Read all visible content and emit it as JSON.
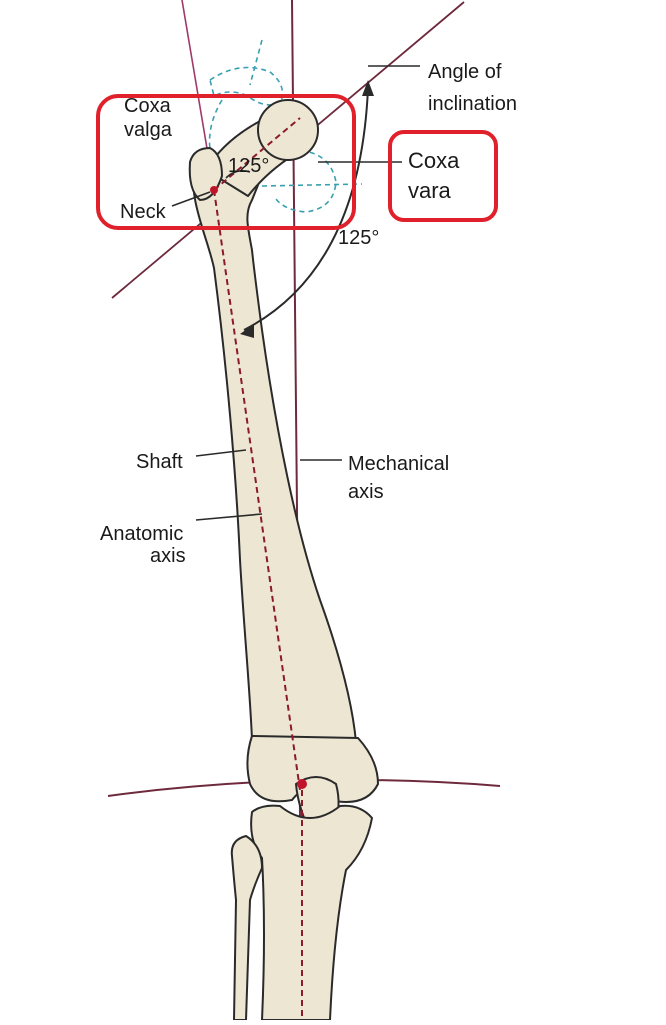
{
  "labels": {
    "coxa_valga_line1": "Coxa",
    "coxa_valga_line2": "valga",
    "angle_small": "125°",
    "neck": "Neck",
    "angle_of_inclination_line1": "Angle of",
    "angle_of_inclination_line2": "inclination",
    "coxa_vara_line1": "Coxa",
    "coxa_vara_line2": "vara",
    "angle_large": "125°",
    "shaft": "Shaft",
    "anatomic_axis_line1": "Anatomic",
    "anatomic_axis_line2": "axis",
    "mechanical_axis_line1": "Mechanical",
    "mechanical_axis_line2": "axis"
  },
  "colors": {
    "bone_fill": "#ece6d3",
    "bone_outline": "#2a2a2a",
    "axis_line": "#6e2a3c",
    "dashed_axis": "#8b1a2a",
    "highlight_box": "#e0202a",
    "valga_dashed": "#3aa0b0",
    "point_marker": "#c0142a"
  }
}
